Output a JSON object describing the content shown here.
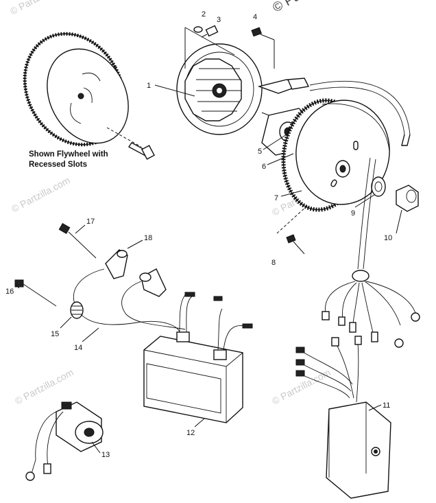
{
  "watermark": {
    "main": "© Partzilla.com",
    "faint": "© Partzilla.com"
  },
  "caption": {
    "line1": "Shown Flywheel with",
    "line2": "Recessed Slots"
  },
  "callouts": {
    "c1": "1",
    "c2": "2",
    "c3": "3",
    "c4": "4",
    "c5": "5",
    "c6": "6",
    "c7": "7",
    "c8": "8",
    "c9": "9",
    "c10": "10",
    "c11": "11",
    "c12": "12",
    "c13": "13",
    "c14": "14",
    "c15": "15",
    "c16": "16",
    "c17": "17",
    "c18": "18"
  }
}
